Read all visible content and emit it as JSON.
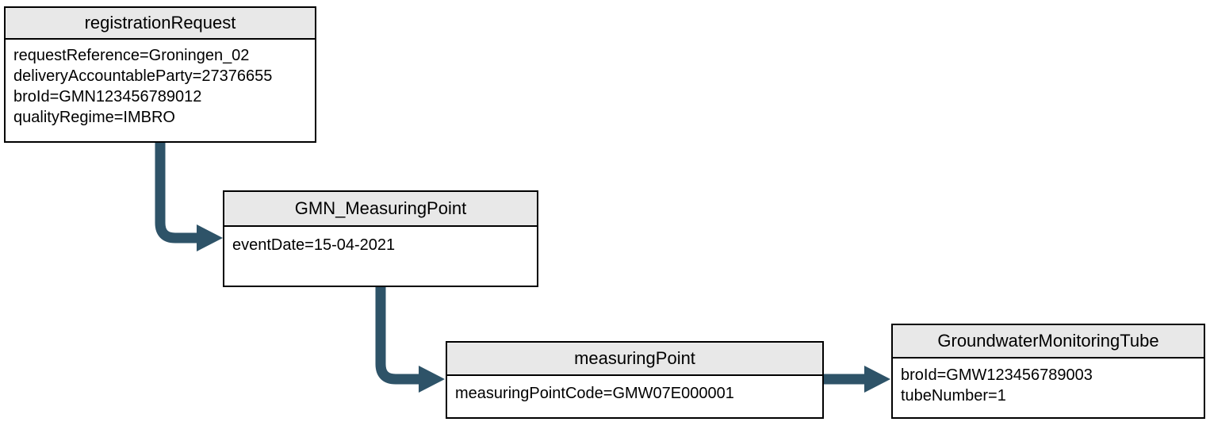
{
  "diagram": {
    "arrow_color": "#2E5368",
    "nodes": [
      {
        "title": "registrationRequest",
        "fields": [
          "requestReference=Groningen_02",
          "deliveryAccountableParty=27376655",
          "broId=GMN123456789012",
          "qualityRegime=IMBRO"
        ]
      },
      {
        "title": "GMN_MeasuringPoint",
        "fields": [
          "eventDate=15-04-2021"
        ]
      },
      {
        "title": "measuringPoint",
        "fields": [
          "measuringPointCode=GMW07E000001"
        ]
      },
      {
        "title": "GroundwaterMonitoringTube",
        "fields": [
          "broId=GMW123456789003",
          "tubeNumber=1"
        ]
      }
    ],
    "connectors": [
      {
        "from": "registrationRequest",
        "to": "GMN_MeasuringPoint"
      },
      {
        "from": "GMN_MeasuringPoint",
        "to": "measuringPoint"
      },
      {
        "from": "measuringPoint",
        "to": "GroundwaterMonitoringTube"
      }
    ]
  }
}
